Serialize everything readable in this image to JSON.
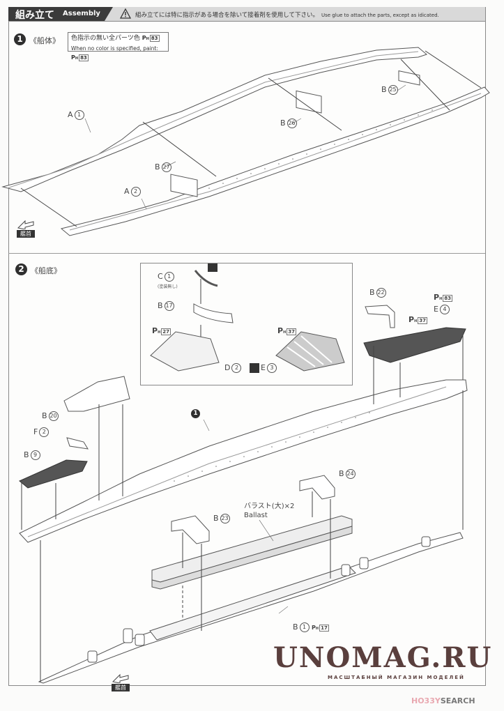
{
  "header": {
    "title_jp": "組み立て",
    "title_en": "Assembly",
    "note_jp": "組み立てには特に指示がある場合を除いて接着剤を使用して下さい。",
    "note_en": "Use glue to attach the parts, except as idicated."
  },
  "step1": {
    "number": "1",
    "label": "《船体》",
    "color_note_jp": "色指示の無い全パーツ色",
    "color_note_en": "When no color is specified, paint:",
    "paint_code": "83",
    "parts": {
      "a1": {
        "letter": "A",
        "num": "1"
      },
      "a2": {
        "letter": "A",
        "num": "2"
      },
      "b25": {
        "letter": "B",
        "num": "25"
      },
      "b26": {
        "letter": "B",
        "num": "26"
      },
      "b27": {
        "letter": "B",
        "num": "27"
      }
    },
    "bow_label": "艦首"
  },
  "step2": {
    "number": "2",
    "label": "《船底》",
    "inset": {
      "c1": {
        "letter": "C",
        "num": "1"
      },
      "c1_note": "(塗装無し)",
      "b17": {
        "letter": "B",
        "num": "17"
      },
      "paint_left": "27",
      "paint_right": "37",
      "d2": {
        "letter": "D",
        "num": "2"
      },
      "e3": {
        "letter": "E",
        "num": "3"
      }
    },
    "parts": {
      "b22": {
        "letter": "B",
        "num": "22"
      },
      "e4": {
        "letter": "E",
        "num": "4"
      },
      "e4_paint_top": "83",
      "e4_paint_deck": "37",
      "b20": {
        "letter": "B",
        "num": "20"
      },
      "f2": {
        "letter": "F",
        "num": "2"
      },
      "b9": {
        "letter": "B",
        "num": "9"
      },
      "b24": {
        "letter": "B",
        "num": "24"
      },
      "b23": {
        "letter": "B",
        "num": "23"
      },
      "b1": {
        "letter": "B",
        "num": "1"
      },
      "b1_paint": "17"
    },
    "ref_step": "1",
    "ballast_jp": "バラスト(大)×2",
    "ballast_en": "Ballast",
    "bow_label": "艦首"
  },
  "watermark": {
    "main": "UNOMAG.RU",
    "sub": "МАСШТАБНЫЙ МАГАЗИН МОДЕЛЕЙ",
    "hobby": "HO33Y",
    "search": "SEARCH"
  },
  "paint_prefix": "P",
  "paint_sub": "H"
}
